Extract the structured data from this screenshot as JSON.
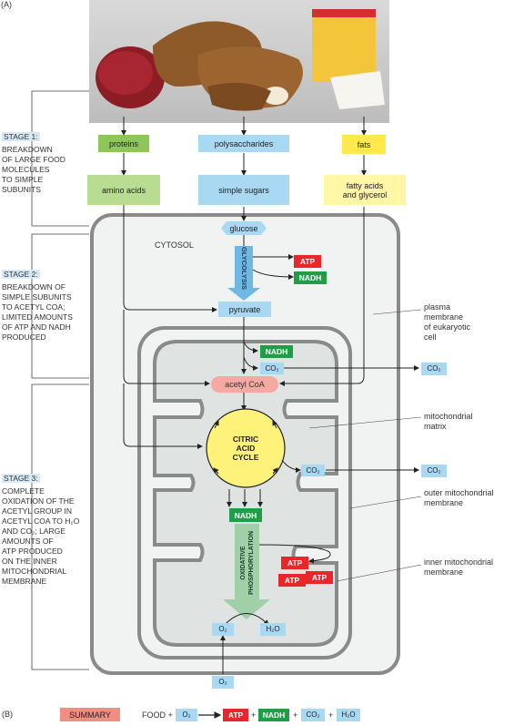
{
  "panel_a_label": "(A)",
  "panel_b_label": "(B)",
  "stages": [
    {
      "tag": "STAGE 1:",
      "desc": "BREAKDOWN\nOF LARGE FOOD\nMOLECULES\nTO SIMPLE\nSUBUNITS"
    },
    {
      "tag": "STAGE 2:",
      "desc": "BREAKDOWN OF\nSIMPLE SUBUNITS\nTO ACETYL CoA;\nLIMITED AMOUNTS\nOF ATP AND NADH\nPRODUCED"
    },
    {
      "tag": "STAGE 3:",
      "desc": "COMPLETE\nOXIDATION OF THE\nACETYL GROUP IN\nACETYL CoA TO H₂O\nAND CO₂; LARGE\nAMOUNTS OF\nATP PRODUCED\nON THE INNER\nMITOCHONDRIAL\nMEMBRANE"
    }
  ],
  "food": {
    "proteins": "proteins",
    "polysaccharides": "polysaccharides",
    "fats": "fats"
  },
  "subunits": {
    "amino_acids": "amino acids",
    "simple_sugars": "simple sugars",
    "fatty_acids": "fatty acids\nand glycerol"
  },
  "cytosol": "CYTOSOL",
  "glucose": "glucose",
  "glycolysis": "GLYCOLYSIS",
  "atp": "ATP",
  "nadh": "NADH",
  "pyruvate": "pyruvate",
  "co2": "CO₂",
  "o2": "O₂",
  "h2o": "H₂O",
  "acetyl_coa": "acetyl CoA",
  "citric_cycle": "CITRIC\nACID\nCYCLE",
  "oxphos": "OXIDATIVE\nPHOSPHORYLATION",
  "side_labels": {
    "plasma": "plasma\nmembrane\nof eukaryotic\ncell",
    "matrix": "mitochondrial\nmatrix",
    "outer": "outer mitochondrial\nmembrane",
    "inner": "inner mitochondrial\nmembrane"
  },
  "summary": {
    "label": "SUMMARY",
    "food": "FOOD +",
    "plus": "+"
  },
  "colors": {
    "green": "#8fc65a",
    "blue": "#a9d8f2",
    "yellow": "#ffe94d",
    "red": "#e8262c",
    "dark_green": "#1e9e46",
    "cell_gray": "#f1f2f2",
    "membrane": "#8a8a8a",
    "matrix": "#dfe4e3"
  }
}
